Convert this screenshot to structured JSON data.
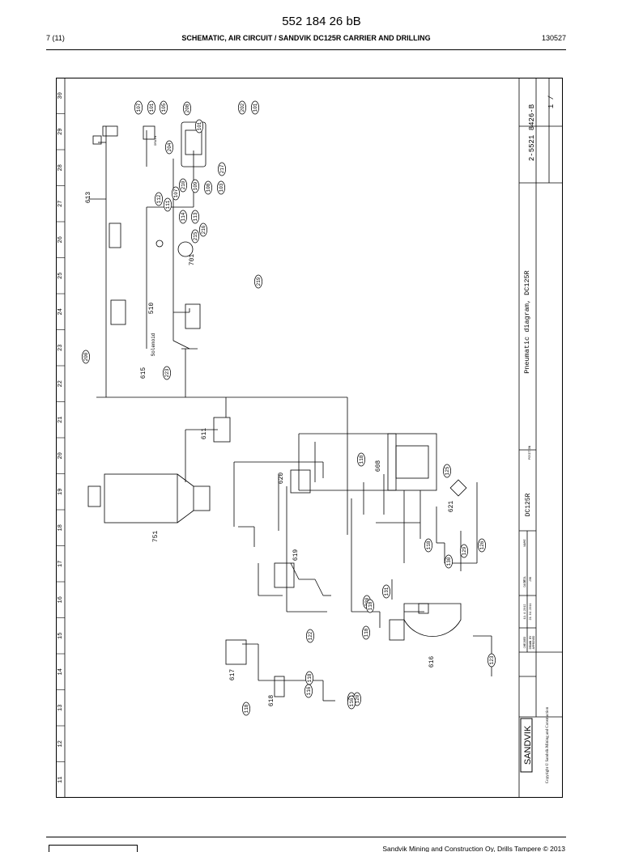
{
  "header": {
    "doc_number": "552 184 26 bB",
    "page_ref": "7 (11)",
    "title": "SCHEMATIC, AIR CIRCUIT / SANDVIK DC125R CARRIER AND DRILLING",
    "date_code": "130527"
  },
  "grid": {
    "columns": [
      "30",
      "29",
      "28",
      "27",
      "26",
      "25",
      "24",
      "23",
      "22",
      "21",
      "20",
      "19",
      "18",
      "17",
      "16",
      "15",
      "14",
      "13",
      "12",
      "11"
    ]
  },
  "components": [
    {
      "id": "613",
      "label": "613"
    },
    {
      "id": "701",
      "label": "701"
    },
    {
      "id": "510",
      "label": "510"
    },
    {
      "id": "615",
      "label": "615"
    },
    {
      "id": "611",
      "label": "611"
    },
    {
      "id": "608",
      "label": "608"
    },
    {
      "id": "620",
      "label": "620"
    },
    {
      "id": "751",
      "label": "751"
    },
    {
      "id": "621",
      "label": "621"
    },
    {
      "id": "619",
      "label": "619"
    },
    {
      "id": "616",
      "label": "616"
    },
    {
      "id": "617",
      "label": "617"
    },
    {
      "id": "618",
      "label": "618"
    }
  ],
  "side_labels": {
    "solenoid": "Solenoid",
    "drain": "DRAIN"
  },
  "balloons": [
    "107",
    "101",
    "105",
    "204",
    "208",
    "101",
    "202",
    "101",
    "112",
    "111",
    "210",
    "107",
    "216",
    "215",
    "113",
    "114",
    "217",
    "109",
    "108",
    "103",
    "219",
    "200",
    "223",
    "118",
    "125",
    "126",
    "129",
    "130",
    "118",
    "131",
    "220",
    "118",
    "118",
    "122",
    "118",
    "116",
    "121",
    "120",
    "116",
    "118",
    "123"
  ],
  "title_block": {
    "drawing_title": "Pneumatic diagram, DC125R",
    "model": "DC125R",
    "drawing_number": "2-5521 8426-B",
    "sheet": "1 /",
    "brand": "SANDVIK",
    "copyright": "Copyright © Sandvik Mining and Construction",
    "position_label": "POSITION",
    "col_date": "DATE",
    "col_name": "NAME",
    "row_drawn": "DRAWN BY",
    "row_checked": "CHECKED",
    "row_approved": "APPROVED",
    "drawn_date": "21.04.2011",
    "drawn_name": "JVK",
    "checked_date": "19.4.2012",
    "checked_name": "VTIL"
  },
  "footer": {
    "text": "Sandvik Mining and Construction Oy, Drills Tampere © 2013"
  }
}
